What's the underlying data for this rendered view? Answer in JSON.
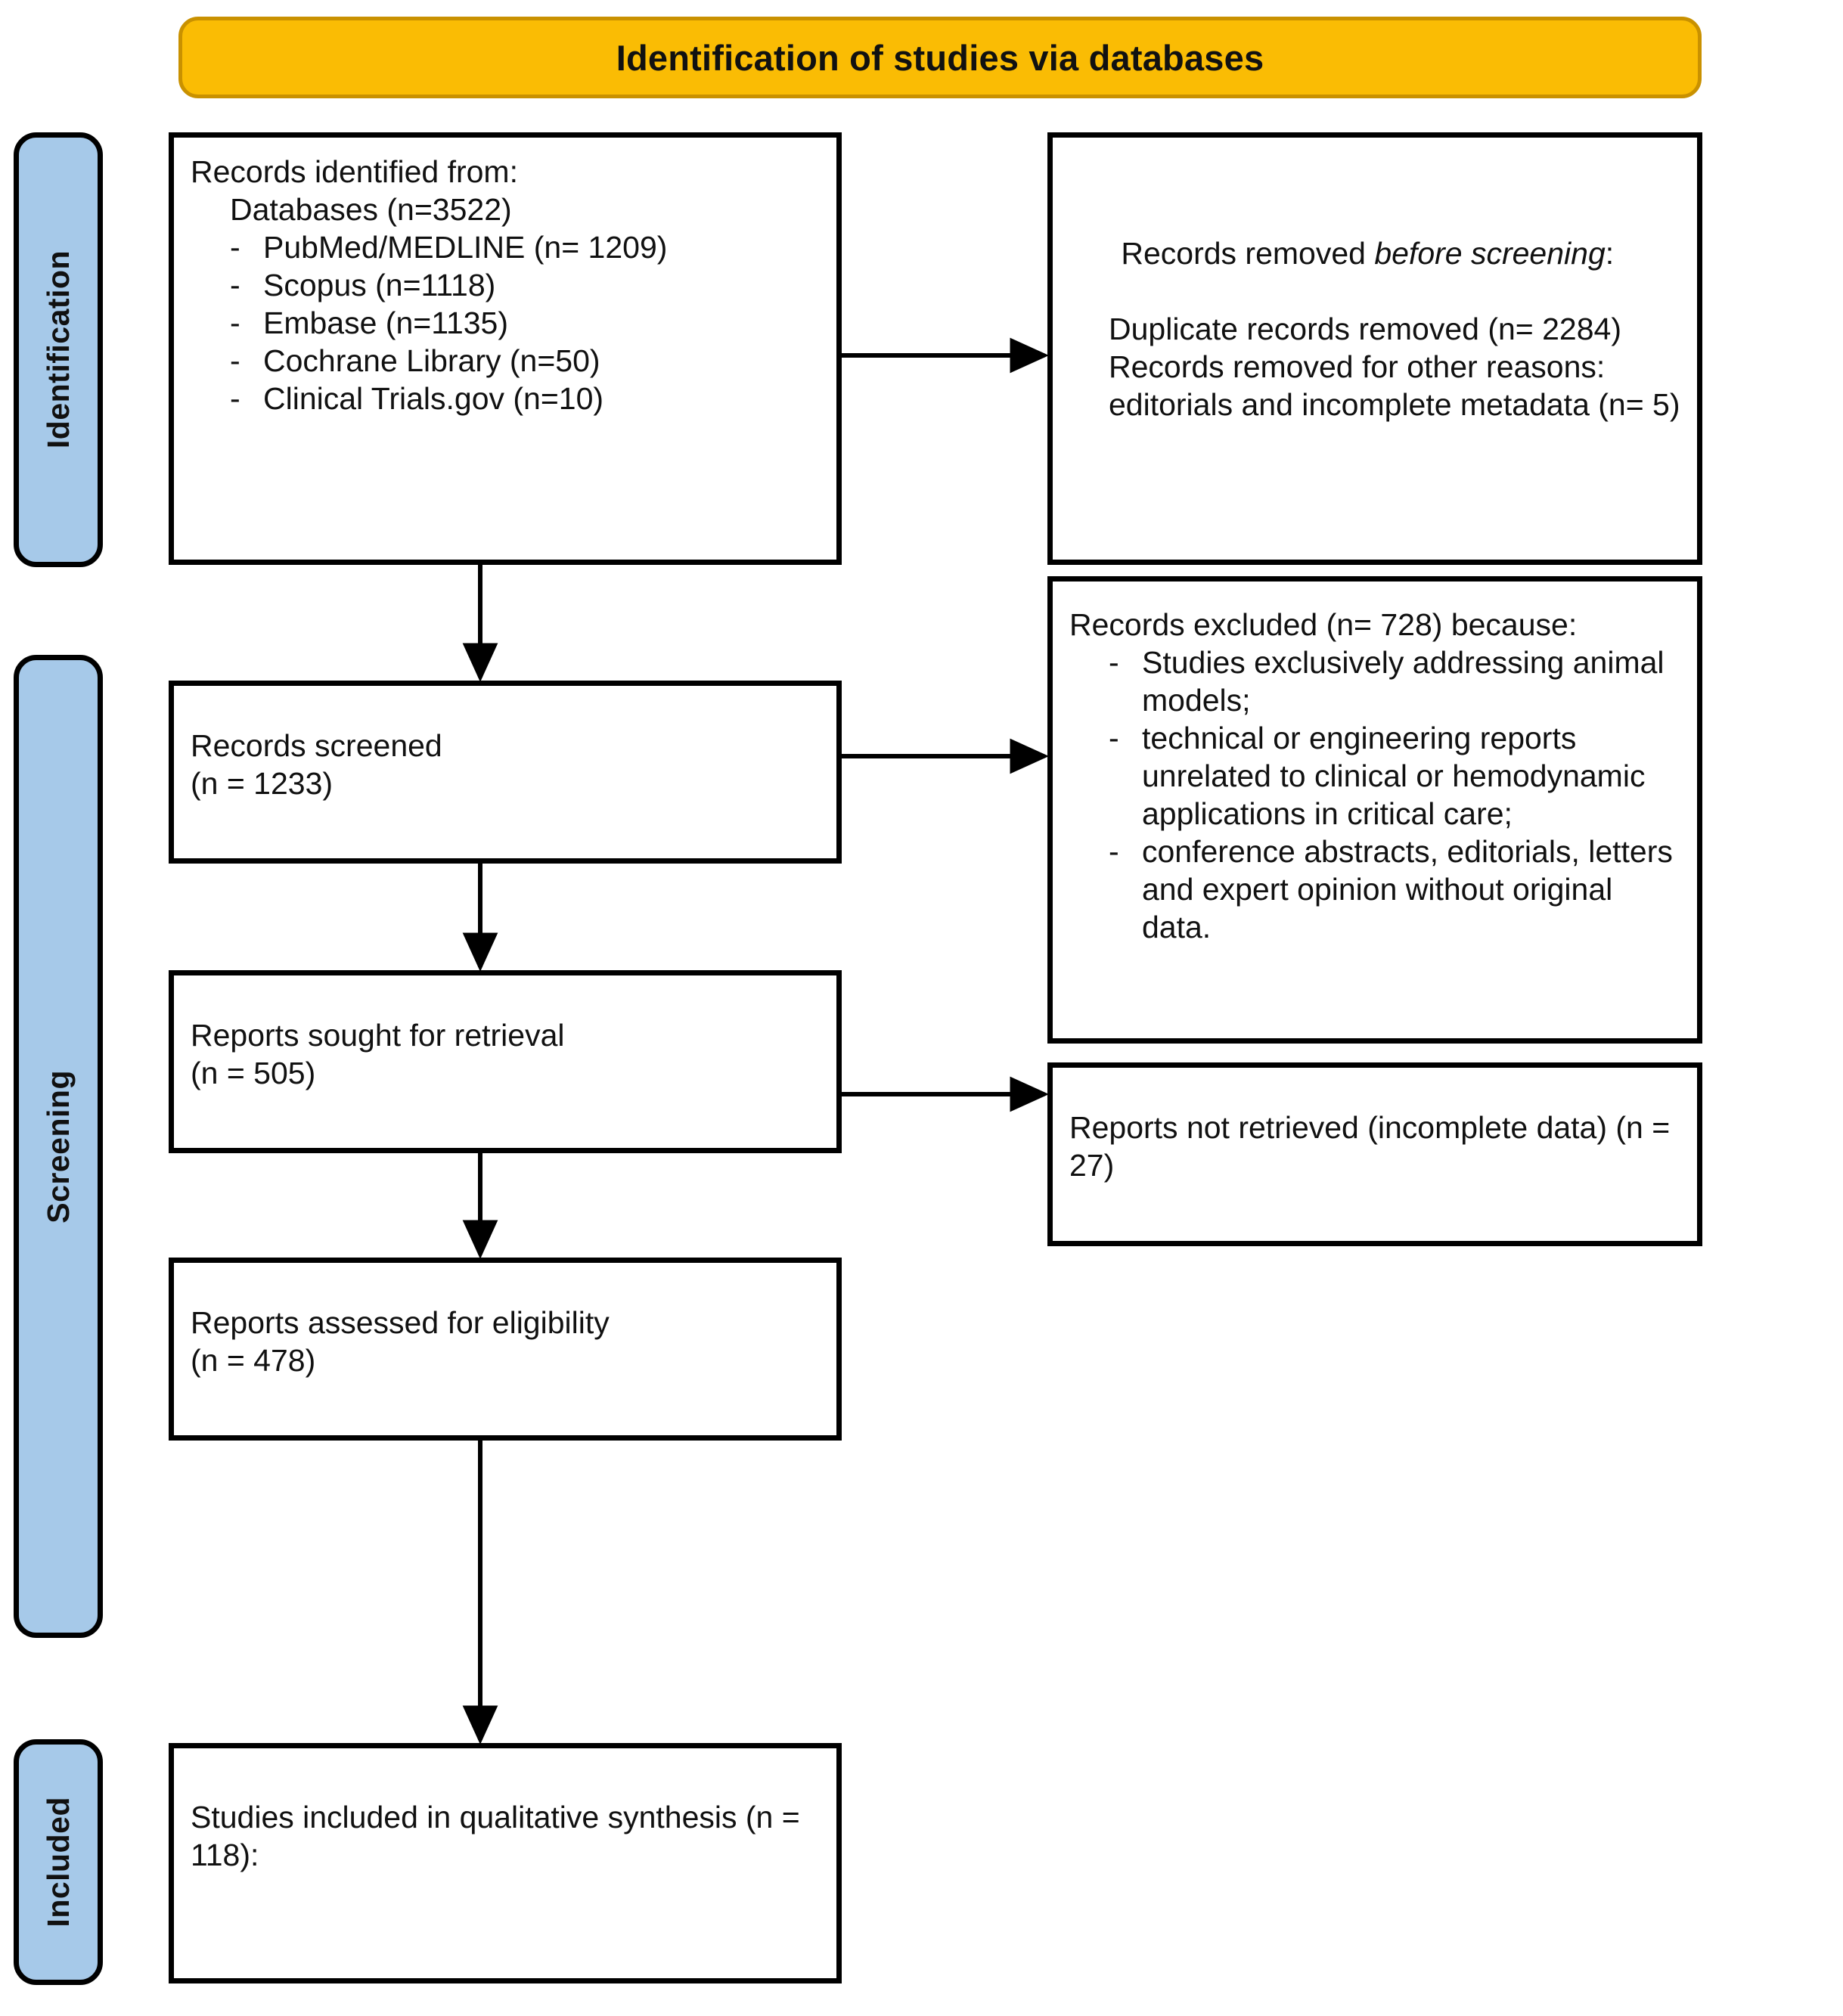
{
  "header": {
    "title": "Identification of studies via databases"
  },
  "phases": [
    {
      "id": "identification",
      "label": "Identification"
    },
    {
      "id": "screening",
      "label": "Screening"
    },
    {
      "id": "included",
      "label": "Included"
    }
  ],
  "boxes": {
    "identified": {
      "title": "Records identified from:",
      "subtitle": "Databases (n=3522)",
      "items": [
        {
          "dash": "-",
          "text": "PubMed/MEDLINE (n= 1209)"
        },
        {
          "dash": "-",
          "text": "Scopus (n=1118)"
        },
        {
          "dash": "-",
          "text": "Embase (n=1135)"
        },
        {
          "dash": "-",
          "text": "Cochrane Library (n=50)"
        },
        {
          "dash": "-",
          "text": "Clinical Trials.gov (n=10)"
        }
      ]
    },
    "removed": {
      "title_prefix": "Records removed ",
      "title_italic": "before screening",
      "title_suffix": ":",
      "line1": "Duplicate records removed (n= 2284)",
      "line2": "Records removed for other reasons: editorials and incomplete metadata (n= 5)"
    },
    "screened": {
      "line1": "Records screened",
      "line2": "(n = 1233)"
    },
    "excluded": {
      "title": "Records excluded (n= 728) because:",
      "items": [
        {
          "dash": "-",
          "text": "Studies exclusively addressing animal models;"
        },
        {
          "dash": "-",
          "text": "technical or engineering reports unrelated to clinical or hemodynamic applications in critical care;"
        },
        {
          "dash": "-",
          "text": "conference abstracts, editorials, letters and expert opinion without original data."
        }
      ]
    },
    "sought": {
      "line1": "Reports sought for retrieval",
      "line2": "(n = 505)"
    },
    "notretrieved": {
      "line1": "Reports not retrieved (incomplete data) (n = 27)"
    },
    "assessed": {
      "line1": "Reports assessed for eligibility",
      "line2": "(n = 478)"
    },
    "included": {
      "line1": "Studies included in qualitative synthesis (n = 118):"
    }
  },
  "colors": {
    "header_fill": "#FABC04",
    "header_border": "#C99100",
    "phase_bar_fill": "#A6C9E9",
    "box_border": "#000000",
    "text": "#111111"
  },
  "connectors": {
    "arrow_identified_to_removed": "horizontal",
    "arrow_identified_to_screened": "vertical",
    "arrow_screened_to_excluded": "horizontal",
    "arrow_screened_to_sought": "vertical",
    "arrow_sought_to_notretrieved": "horizontal",
    "arrow_sought_to_assessed": "vertical",
    "arrow_assessed_to_included": "vertical"
  }
}
